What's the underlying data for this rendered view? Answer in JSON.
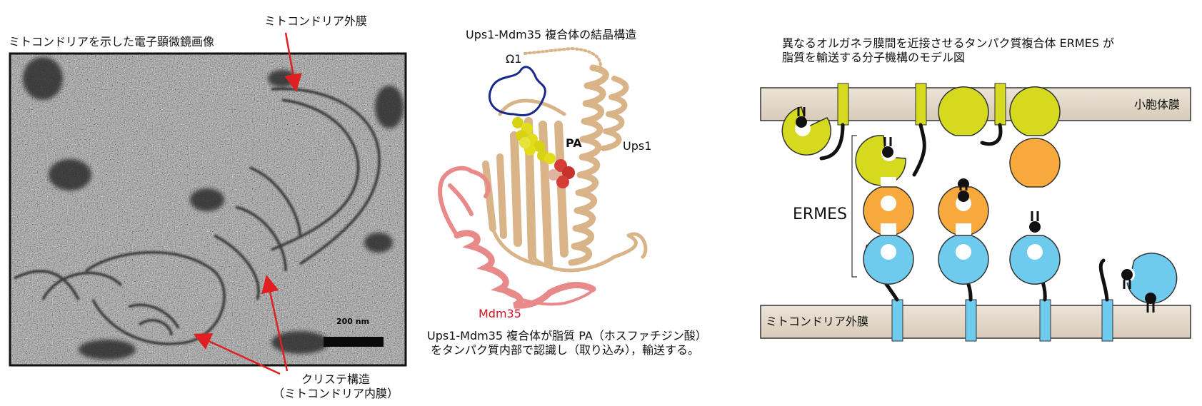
{
  "em_panel": {
    "title": "ミトコンドリアを示した電子顕微鏡画像",
    "outer_membrane_label": "ミトコンドリア外膜",
    "cristae_label_line1": "クリステ構造",
    "cristae_label_line2": "（ミトコンドリア内膜）",
    "scalebar_label": "200 nm"
  },
  "crystal_panel": {
    "title": "Ups1-Mdm35 複合体の結晶構造",
    "omega_label": "Ω1",
    "pa_label": "PA",
    "ups1_label": "Ups1",
    "mdm35_label": "Mdm35",
    "caption_line1": "Ups1-Mdm35 複合体が脂質 PA（ホスファチジン酸）",
    "caption_line2": "をタンパク質内部で認識し（取り込み），輸送する。"
  },
  "ermes_panel": {
    "title_line1": "異なるオルガネラ膜間を近接させるタンパク質複合体 ERMES が",
    "title_line2": "脂質を輸送する分子機構のモデル図",
    "er_label": "小胞体膜",
    "mito_label": "ミトコンドリア外膜",
    "complex_label": "ERMES"
  },
  "colors": {
    "membrane": "#e7dccd",
    "yellow_green": "#d5da1f",
    "orange": "#f7a93b",
    "light_blue": "#6fcbee",
    "arrow_red": "#e02020",
    "mdm35_red": "#d01020"
  }
}
